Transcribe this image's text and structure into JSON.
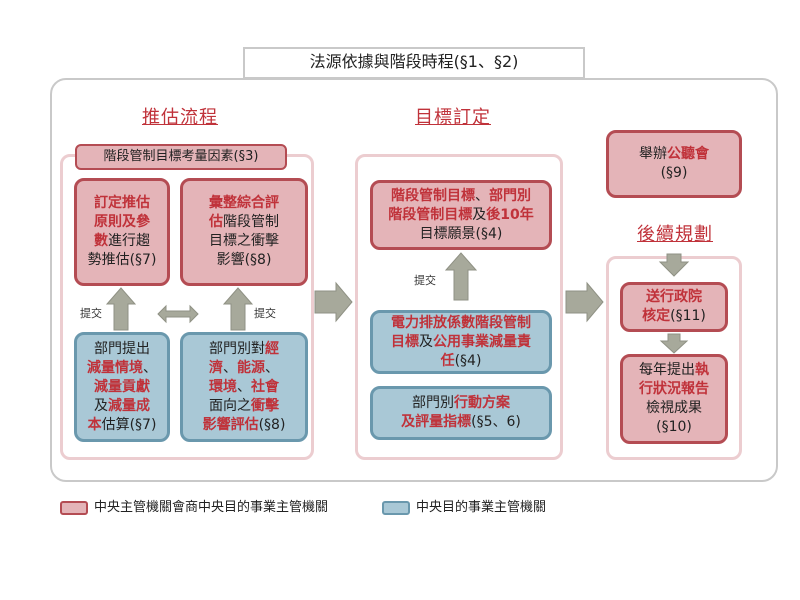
{
  "title": "法源依據與階段時程(§1、§2)",
  "sections": {
    "estimate": "推估流程",
    "target": "目標訂定",
    "followup": "後續規劃"
  },
  "factors_header": "階段管制目標考量因素(§3)",
  "boxes": {
    "b1": [
      [
        "訂定推估",
        "r"
      ],
      [
        "\n",
        ""
      ],
      [
        "原則及參",
        "r"
      ],
      [
        "\n",
        ""
      ],
      [
        "數",
        "r"
      ],
      [
        "進行趨",
        "k"
      ],
      [
        "\n",
        ""
      ],
      [
        "勢推估(§7)",
        "k"
      ]
    ],
    "b2": [
      [
        "彙整綜合評",
        "r"
      ],
      [
        "\n",
        ""
      ],
      [
        "估",
        "r"
      ],
      [
        "階段管制",
        "k"
      ],
      [
        "\n",
        ""
      ],
      [
        "目標之衝擊",
        "k"
      ],
      [
        "\n",
        ""
      ],
      [
        "影響(§8)",
        "k"
      ]
    ],
    "b3": [
      [
        "部門提出",
        "k"
      ],
      [
        "\n",
        ""
      ],
      [
        "減量情境",
        "r"
      ],
      [
        "、",
        "k"
      ],
      [
        "\n",
        ""
      ],
      [
        "減量貢獻",
        "r"
      ],
      [
        "\n",
        ""
      ],
      [
        "及",
        "k"
      ],
      [
        "減量成",
        "r"
      ],
      [
        "\n",
        ""
      ],
      [
        "本",
        "r"
      ],
      [
        "估算(§7)",
        "k"
      ]
    ],
    "b4": [
      [
        "部門別對",
        "k"
      ],
      [
        "經",
        "r"
      ],
      [
        "\n",
        ""
      ],
      [
        "濟",
        "r"
      ],
      [
        "、",
        "k"
      ],
      [
        "能源",
        "r"
      ],
      [
        "、",
        "k"
      ],
      [
        "\n",
        ""
      ],
      [
        "環境",
        "r"
      ],
      [
        "、",
        "k"
      ],
      [
        "社會",
        "r"
      ],
      [
        "\n",
        ""
      ],
      [
        "面向之",
        "k"
      ],
      [
        "衝擊",
        "r"
      ],
      [
        "\n",
        ""
      ],
      [
        "影響評估",
        "r"
      ],
      [
        "(§8)",
        "k"
      ]
    ],
    "b5": [
      [
        "階段管制目標",
        "r"
      ],
      [
        "、",
        "k"
      ],
      [
        "部門別",
        "r"
      ],
      [
        "\n",
        ""
      ],
      [
        "階段管制目標",
        "r"
      ],
      [
        "及",
        "k"
      ],
      [
        "後10年",
        "r"
      ],
      [
        "\n",
        ""
      ],
      [
        "目標願景(§4)",
        "k"
      ]
    ],
    "b6": [
      [
        "電力排放係數階段管制",
        "r"
      ],
      [
        "\n",
        ""
      ],
      [
        "目標",
        "r"
      ],
      [
        "及",
        "k"
      ],
      [
        "公用事業減量責",
        "r"
      ],
      [
        "\n",
        ""
      ],
      [
        "任",
        "r"
      ],
      [
        "(§4)",
        "k"
      ]
    ],
    "b7": [
      [
        "部門別",
        "k"
      ],
      [
        "行動方案",
        "r"
      ],
      [
        "\n",
        ""
      ],
      [
        "及評量指標",
        "r"
      ],
      [
        "(§5、6)",
        "k"
      ]
    ],
    "b8": [
      [
        "舉辦",
        "k"
      ],
      [
        "公聽會",
        "r"
      ],
      [
        "\n",
        ""
      ],
      [
        "(§9)",
        "k"
      ]
    ],
    "b9": [
      [
        "送行政院",
        "r"
      ],
      [
        "\n",
        ""
      ],
      [
        "核定",
        "r"
      ],
      [
        "(§11)",
        "k"
      ]
    ],
    "b10": [
      [
        "每年提出",
        "k"
      ],
      [
        "執",
        "r"
      ],
      [
        "\n",
        ""
      ],
      [
        "行狀況報告",
        "r"
      ],
      [
        "\n",
        ""
      ],
      [
        "檢視成果",
        "k"
      ],
      [
        "\n",
        ""
      ],
      [
        "(§10)",
        "k"
      ]
    ]
  },
  "arrow_labels": {
    "submit_left": "提交",
    "submit_right": "提交",
    "submit_mid": "提交"
  },
  "legend": [
    {
      "label": "中央主管機關會商中央目的事業主管機關",
      "color": "#e4b4b8",
      "border": "#b44c53"
    },
    {
      "label": "中央目的事業主管機關",
      "color": "#a9c8d6",
      "border": "#6a98ad"
    }
  ],
  "colors": {
    "pink_fill": "#e4b4b8",
    "pink_border": "#b44c53",
    "blue_fill": "#a9c8d6",
    "blue_border": "#6a98ad",
    "accent_text": "#c0323a",
    "arrow": "#a7a99b"
  }
}
